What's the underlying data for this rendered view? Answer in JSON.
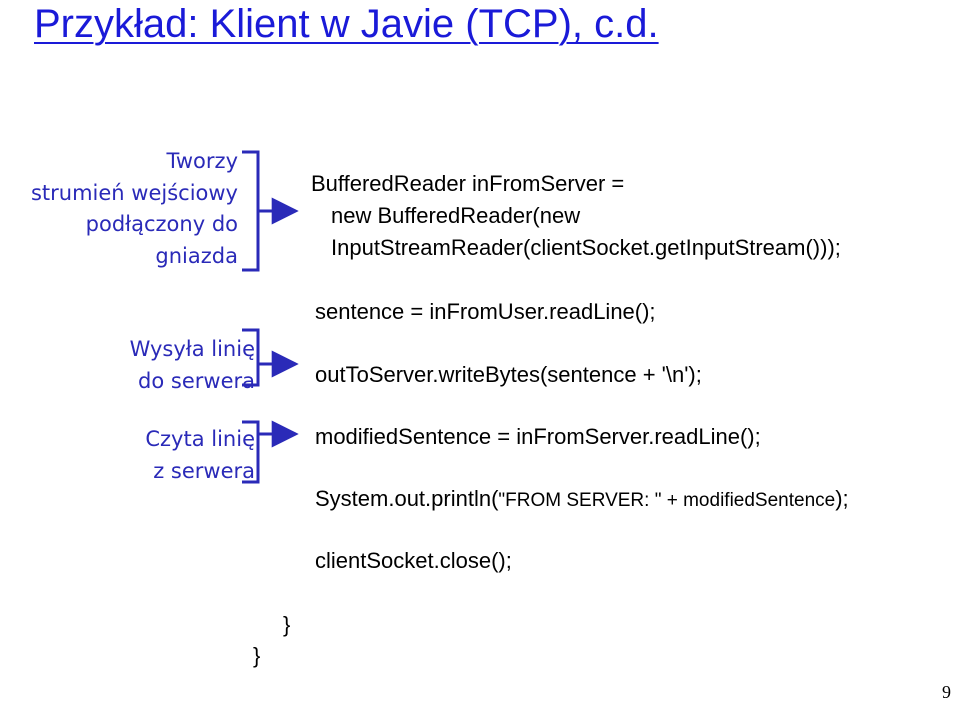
{
  "slide": {
    "title": "Przykład: Klient w Javie (TCP), c.d.",
    "page_number": "9"
  },
  "annotations": [
    {
      "lines": [
        "Tworzy",
        "strumień wejściowy",
        "podłączony do",
        "gniazda"
      ]
    },
    {
      "lines": [
        "Wysyła linię",
        "do serwera"
      ]
    },
    {
      "lines": [
        "Czyta linię",
        "z serwera"
      ]
    }
  ],
  "code": {
    "line1": "BufferedReader inFromServer =",
    "line2": "new BufferedReader(new",
    "line3": "InputStreamReader(clientSocket.getInputStream()));",
    "line4": "sentence = inFromUser.readLine();",
    "line5": "outToServer.writeBytes(sentence + '\\n');",
    "line6": "modifiedSentence = inFromServer.readLine();",
    "line7_a": "System.out.println(",
    "line7_b": "\"FROM SERVER: \" + modifiedSentence",
    "line7_c": ");",
    "line8": "clientSocket.close();",
    "close1": "}",
    "close2": "}"
  },
  "colors": {
    "title": "#1a1ad8",
    "annotation": "#2a2ab8",
    "bracket": "#2a2ab8",
    "code": "#000000"
  }
}
